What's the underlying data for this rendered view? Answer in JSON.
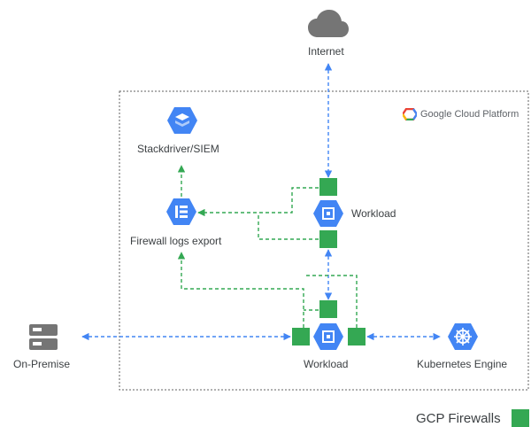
{
  "nodes": {
    "internet": "Internet",
    "stackdriver": "Stackdriver/SIEM",
    "logs_export": "Firewall  logs export",
    "workload_top": "Workload",
    "workload_bottom": "Workload",
    "on_premise": "On-Premise",
    "kubernetes": "Kubernetes Engine"
  },
  "platform": {
    "brand_google": "Google",
    "brand_cloud": "Cloud Platform",
    "logo_icon": "gcp-logo-icon"
  },
  "legend": {
    "label": "GCP Firewalls",
    "swatch_color": "#34a853"
  },
  "colors": {
    "traffic_line": "#4285f4",
    "log_line": "#34a853",
    "node_blue": "#4285f4",
    "cloud_gray": "#757575",
    "server_gray": "#757575",
    "boundary": "#616161"
  },
  "icons": {
    "internet": "cloud-icon",
    "stackdriver": "stackdriver-icon",
    "logs_export": "logs-list-icon",
    "workload": "compute-engine-icon",
    "on_premise": "server-icon",
    "kubernetes": "kubernetes-helm-icon"
  }
}
